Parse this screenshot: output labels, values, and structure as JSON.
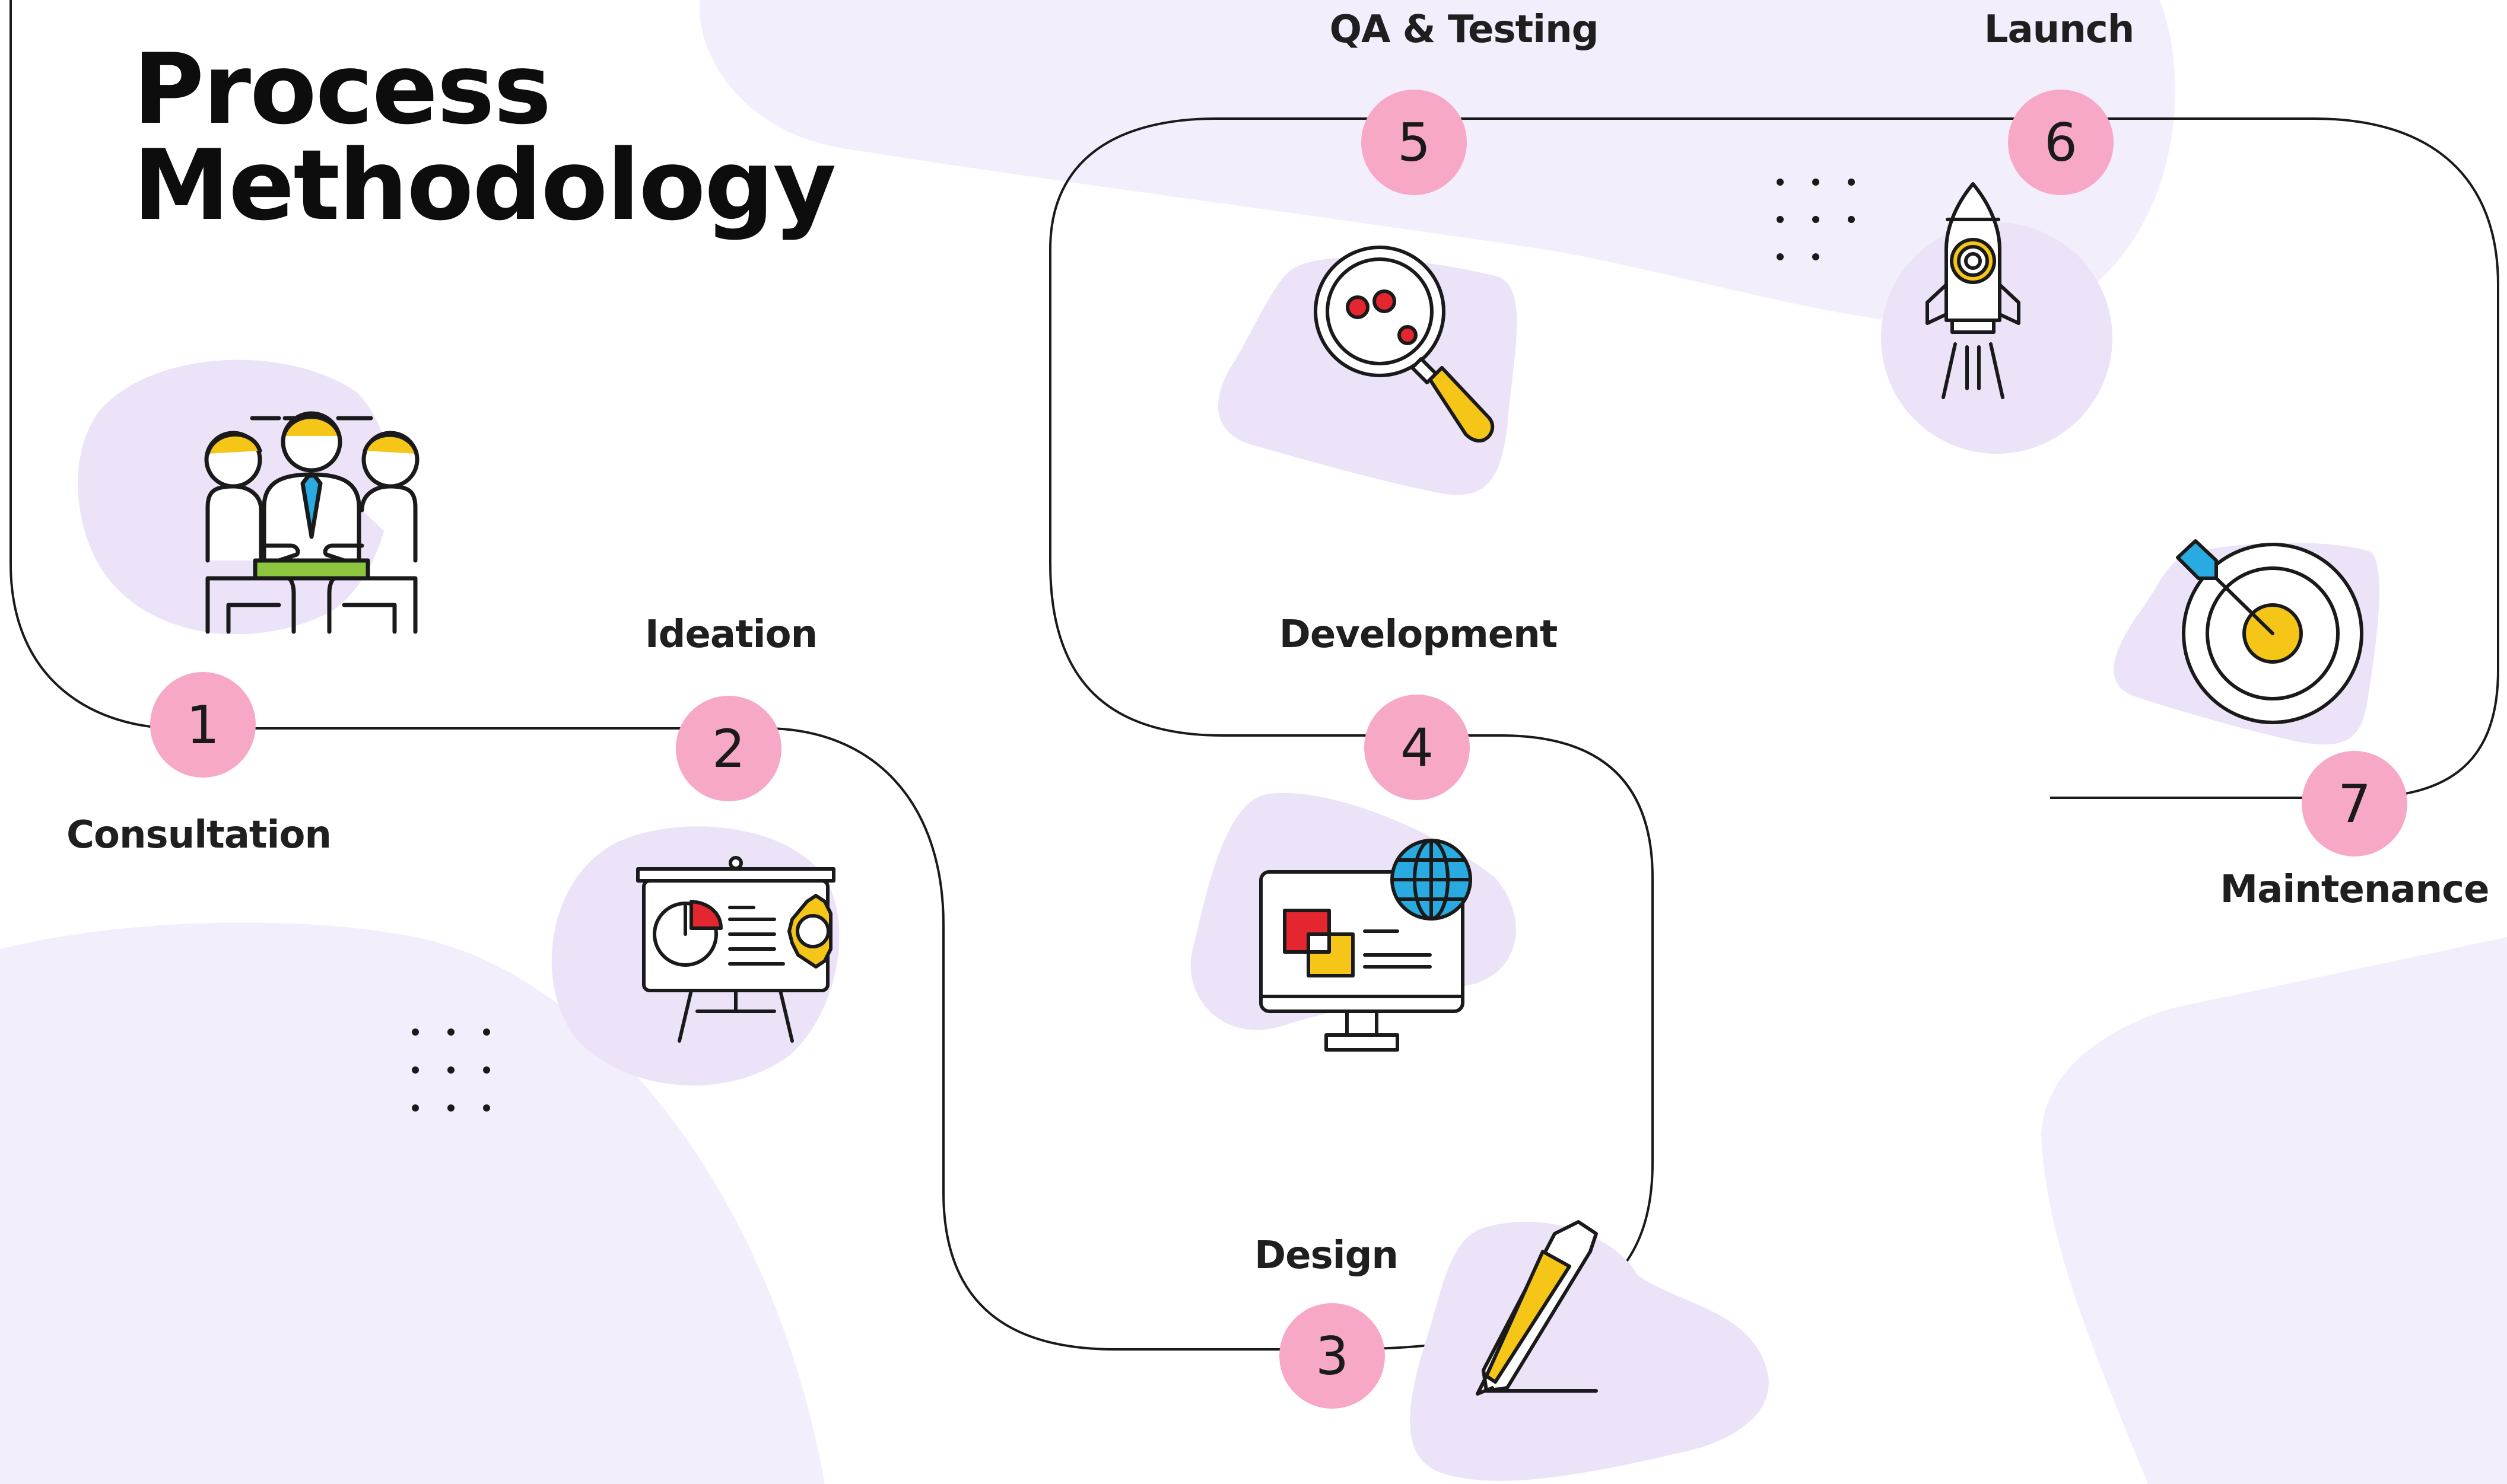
{
  "title": {
    "line1": "Process",
    "line2": "Methodology"
  },
  "colors": {
    "background": "#ffffff",
    "blob_light": "#f3eefc",
    "blob_icon": "#ece3f9",
    "badge": "#f7a8c6",
    "path_line": "#1a1a1a",
    "accent_yellow": "#f5c518",
    "accent_red": "#e3262f",
    "accent_blue": "#29abe2",
    "accent_green": "#8cc63f"
  },
  "steps": [
    {
      "number": "1",
      "label": "Consultation",
      "icon": "team-meeting-icon"
    },
    {
      "number": "2",
      "label": "Ideation",
      "icon": "presentation-board-icon"
    },
    {
      "number": "3",
      "label": "Design",
      "icon": "pencil-icon"
    },
    {
      "number": "4",
      "label": "Development",
      "icon": "web-monitor-icon"
    },
    {
      "number": "5",
      "label": "QA & Testing",
      "icon": "magnifying-glass-icon"
    },
    {
      "number": "6",
      "label": "Launch",
      "icon": "rocket-icon"
    },
    {
      "number": "7",
      "label": "Maintenance",
      "icon": "target-icon"
    }
  ]
}
